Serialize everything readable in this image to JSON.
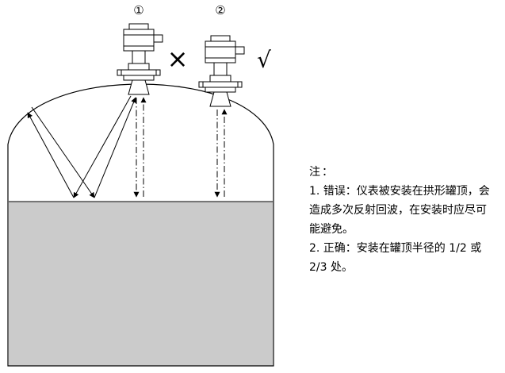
{
  "diagram": {
    "sensor1_label": "①",
    "sensor2_label": "②",
    "wrong_mark": "×",
    "correct_mark": "√",
    "liquid_color": "#cbcbcb",
    "line_color": "#000000"
  },
  "note": {
    "title": "注：",
    "item1": "1. 错误：仪表被安装在拱形罐顶，会造成多次反射回波，在安装时应尽可能避免。",
    "item2": "2. 正确：安装在罐顶半径的 1/2 或 2/3 处。"
  }
}
